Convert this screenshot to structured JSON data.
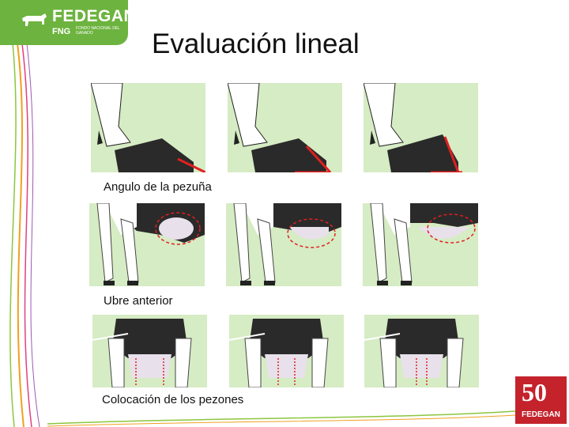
{
  "logo": {
    "brand": "FEDEGAN",
    "fng": "FNG",
    "fng_sub": "FONDO NACIONAL DEL GANADO"
  },
  "title": "Evaluación lineal",
  "sections": [
    {
      "caption": "Angulo de la pezuña"
    },
    {
      "caption": "Ubre anterior"
    },
    {
      "caption": "Colocación de los pezones"
    }
  ],
  "badge": {
    "number": "50",
    "name": "FEDEGAN"
  },
  "colors": {
    "brand_green": "#6db33f",
    "panel_green": "#d6ecc4",
    "accent_red": "#e02020",
    "badge_red": "#c4232c"
  }
}
